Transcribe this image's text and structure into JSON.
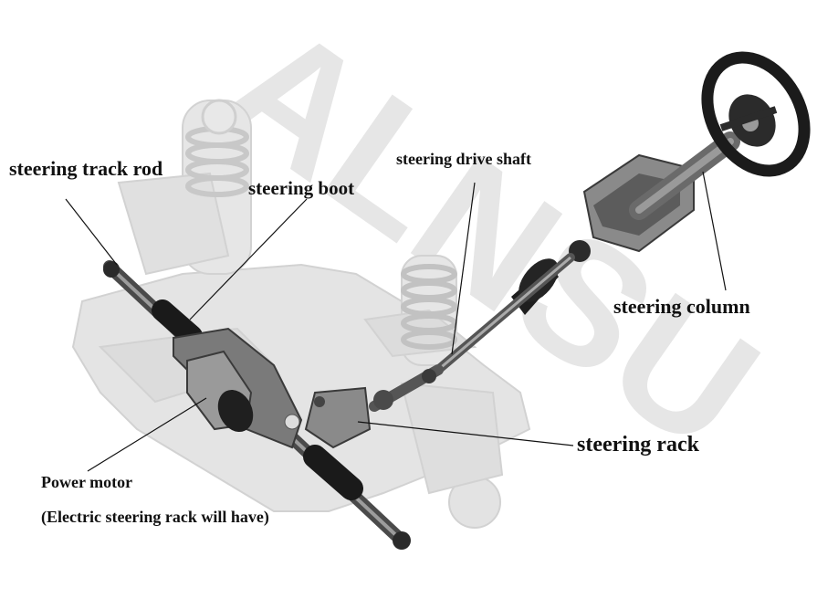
{
  "labels": {
    "steering_track_rod": "steering track rod",
    "steering_boot": "steering boot",
    "steering_drive_shaft": "steering drive shaft",
    "steering_column": "steering column",
    "steering_rack": "steering rack",
    "power_motor": "Power motor",
    "power_motor_note": "(Electric steering rack will have)"
  },
  "watermark": {
    "text": "ALNSU",
    "color": "#6a6a6a"
  },
  "colors": {
    "background": "#ffffff",
    "chassis": "#e3e3e3",
    "components": "#4a4a4a",
    "dark_parts": "#1b1b1b",
    "leader_lines": "#111111"
  }
}
